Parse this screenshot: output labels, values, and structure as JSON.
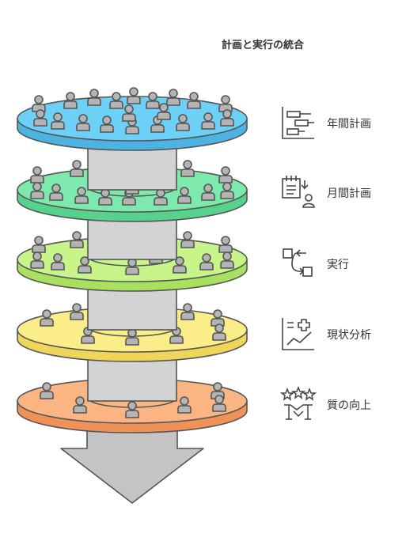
{
  "title": "計画と実行の統合",
  "layers": [
    {
      "label": "年間計画",
      "icon": "gantt-chart-icon",
      "color": "#6dd0f7",
      "side": "#4cb3e2",
      "people": 20
    },
    {
      "label": "月間計画",
      "icon": "calendar-checklist-person-icon",
      "color": "#7ee9ad",
      "side": "#56d28d",
      "people": 14
    },
    {
      "label": "実行",
      "icon": "workflow-arrows-icon",
      "color": "#c7f58a",
      "side": "#a8e05f",
      "people": 12
    },
    {
      "label": "現状分析",
      "icon": "analysis-chart-icon",
      "color": "#fbed8a",
      "side": "#efd65a",
      "people": 8
    },
    {
      "label": "質の向上",
      "icon": "stars-handshake-icon",
      "color": "#fbb583",
      "side": "#f09258",
      "people": 6
    }
  ],
  "colors": {
    "pillar": "#d3d3d3",
    "pillar_stroke": "#555555",
    "arrow": "#c4c4c4",
    "person": "#b4b4b4"
  }
}
